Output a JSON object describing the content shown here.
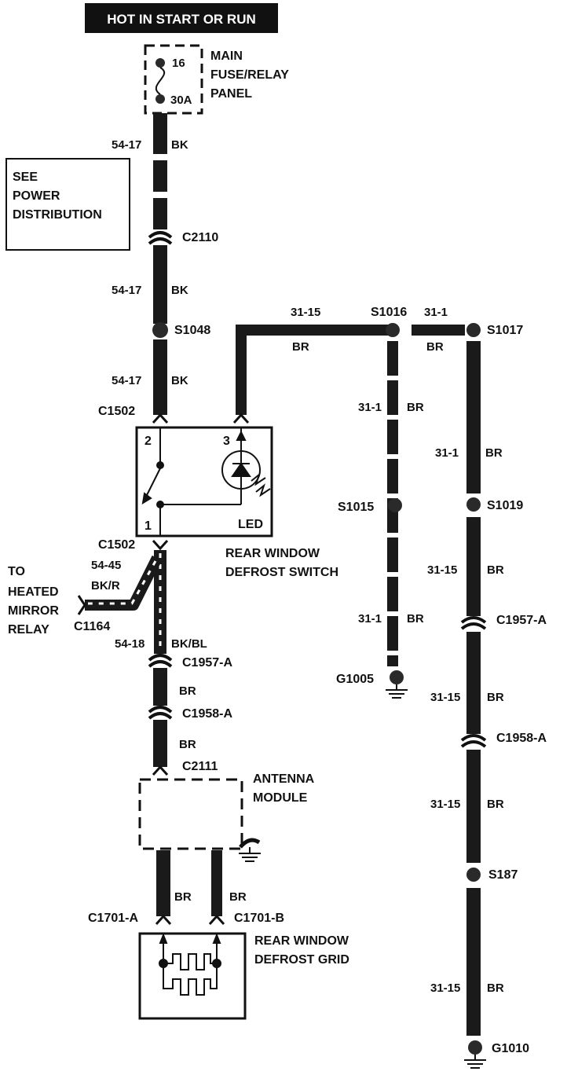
{
  "header": {
    "title": "HOT IN START OR RUN"
  },
  "fuse": {
    "number": "16",
    "rating": "30A",
    "panel_label": [
      "MAIN",
      "FUSE/RELAY",
      "PANEL"
    ]
  },
  "see_box": {
    "lines": [
      "SEE",
      "POWER",
      "DISTRIBUTION"
    ]
  },
  "wires": {
    "w5417_a": {
      "circuit": "54-17",
      "color": "BK"
    },
    "w5417_b": {
      "circuit": "54-17",
      "color": "BK"
    },
    "w5417_c": {
      "circuit": "54-17",
      "color": "BK"
    },
    "w3115_top": {
      "circuit": "31-15",
      "color": "BR"
    },
    "w311_top": {
      "circuit": "31-1",
      "color": "BR"
    },
    "w311_mid_a": {
      "circuit": "31-1",
      "color": "BR"
    },
    "w311_mid_b": {
      "circuit": "31-1",
      "color": "BR"
    },
    "w311_low": {
      "circuit": "31-1",
      "color": "BR"
    },
    "w3115_r1": {
      "circuit": "31-15",
      "color": "BR"
    },
    "w3115_r2": {
      "circuit": "31-15",
      "color": "BR"
    },
    "w3115_r3": {
      "circuit": "31-15",
      "color": "BR"
    },
    "w3115_r4": {
      "circuit": "31-15",
      "color": "BR"
    },
    "w5445": {
      "circuit": "54-45",
      "color": "BK/R"
    },
    "w5418": {
      "circuit": "54-18",
      "color": "BK/BL"
    },
    "br_1": {
      "color": "BR"
    },
    "br_2": {
      "color": "BR"
    },
    "br_3": {
      "color": "BR"
    },
    "br_4": {
      "color": "BR"
    }
  },
  "connectors": {
    "c2110": "C2110",
    "c1502_top": "C1502",
    "c1502_bottom": "C1502",
    "c1164": "C1164",
    "c1957a_left": "C1957-A",
    "c1958a_left": "C1958-A",
    "c2111": "C2111",
    "c1701a": "C1701-A",
    "c1701b": "C1701-B",
    "c1957a_right": "C1957-A",
    "c1958a_right": "C1958-A"
  },
  "splices": {
    "s1048": "S1048",
    "s1016": "S1016",
    "s1017": "S1017",
    "s1015": "S1015",
    "s1019": "S1019",
    "s187": "S187"
  },
  "grounds": {
    "g1005": "G1005",
    "g1010": "G1010"
  },
  "switch": {
    "pin2": "2",
    "pin3": "3",
    "pin1": "1",
    "led": "LED",
    "name": [
      "REAR WINDOW",
      "DEFROST SWITCH"
    ]
  },
  "mirror": {
    "lines": [
      "TO",
      "HEATED",
      "MIRROR",
      "RELAY"
    ]
  },
  "antenna": {
    "lines": [
      "ANTENNA",
      "MODULE"
    ]
  },
  "grid": {
    "lines": [
      "REAR WINDOW",
      "DEFROST GRID"
    ]
  }
}
